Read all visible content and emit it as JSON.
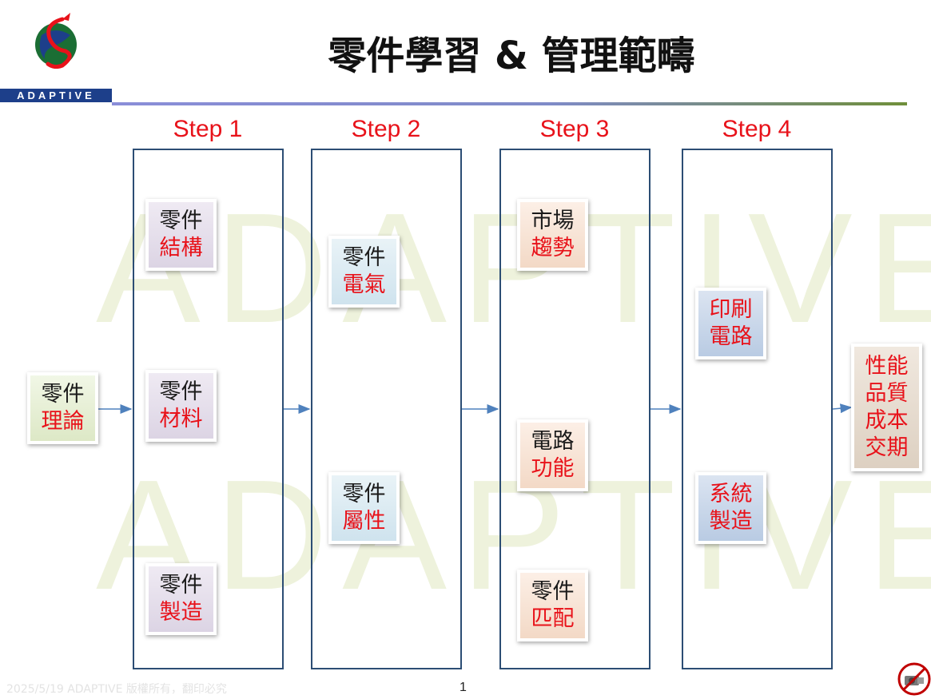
{
  "header": {
    "logo_text": "ADAPTIVE",
    "title": "零件學習 & 管理範疇"
  },
  "watermark": {
    "text": "ADAPTIVE"
  },
  "diagram": {
    "start": {
      "line1": "零件",
      "line2": "理論"
    },
    "steps": [
      {
        "label": "Step 1",
        "items": [
          {
            "line1": "零件",
            "line2": "結構"
          },
          {
            "line1": "零件",
            "line2": "材料"
          },
          {
            "line1": "零件",
            "line2": "製造"
          }
        ]
      },
      {
        "label": "Step 2",
        "items": [
          {
            "line1": "零件",
            "line2": "電氣"
          },
          {
            "line1": "零件",
            "line2": "屬性"
          }
        ]
      },
      {
        "label": "Step 3",
        "items": [
          {
            "line1": "市場",
            "line2": "趨勢"
          },
          {
            "line1": "電路",
            "line2": "功能"
          },
          {
            "line1": "零件",
            "line2": "匹配"
          }
        ]
      },
      {
        "label": "Step 4",
        "items": [
          {
            "line1": "印刷",
            "line2": "電路"
          },
          {
            "line1": "系統",
            "line2": "製造"
          }
        ]
      }
    ],
    "outcome": {
      "lines": [
        "性能",
        "品質",
        "成本",
        "交期"
      ]
    }
  },
  "footer": {
    "date_copyright": "2025/5/19  ADAPTIVE 版權所有，翻印必究",
    "page_number": "1"
  },
  "colors": {
    "step_label": "#e8121a",
    "column_border": "#2c4d74",
    "arrow": "#4f81bd",
    "logo_bar": "#1d3f8a"
  },
  "icons": {
    "logo": "adaptive-logo-icon",
    "no_copy": "no-copy-camera-icon"
  }
}
